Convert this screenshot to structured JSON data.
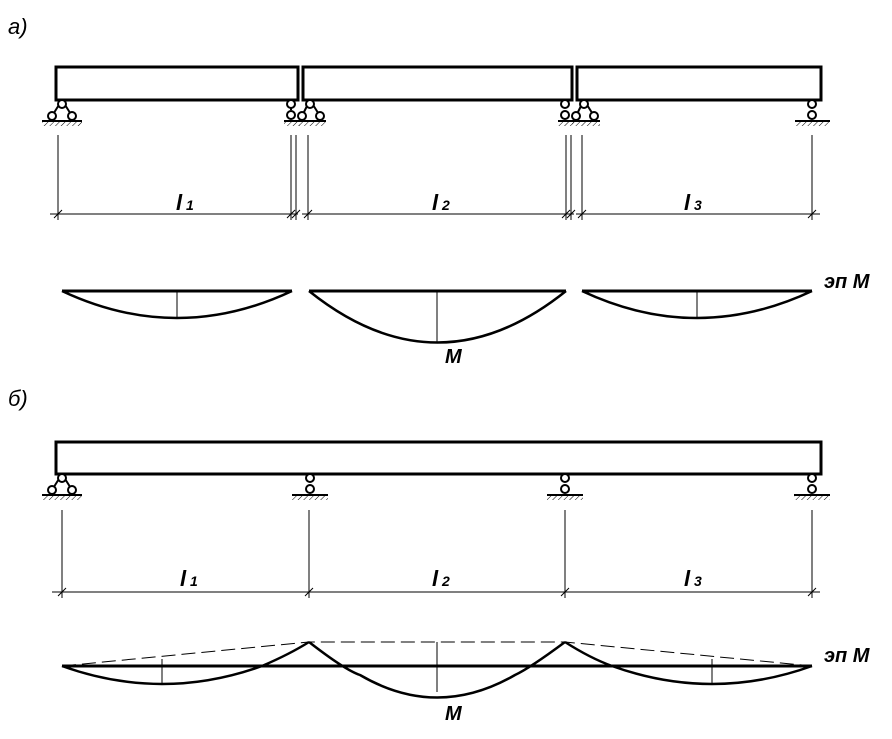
{
  "parts": {
    "a": "а)",
    "b": "б)"
  },
  "span_labels": {
    "l1": {
      "letter": "l",
      "sub": "1"
    },
    "l2": {
      "letter": "l",
      "sub": "2"
    },
    "l3": {
      "letter": "l",
      "sub": "3"
    }
  },
  "diagram_label": "эп M",
  "moment_label": "M"
}
